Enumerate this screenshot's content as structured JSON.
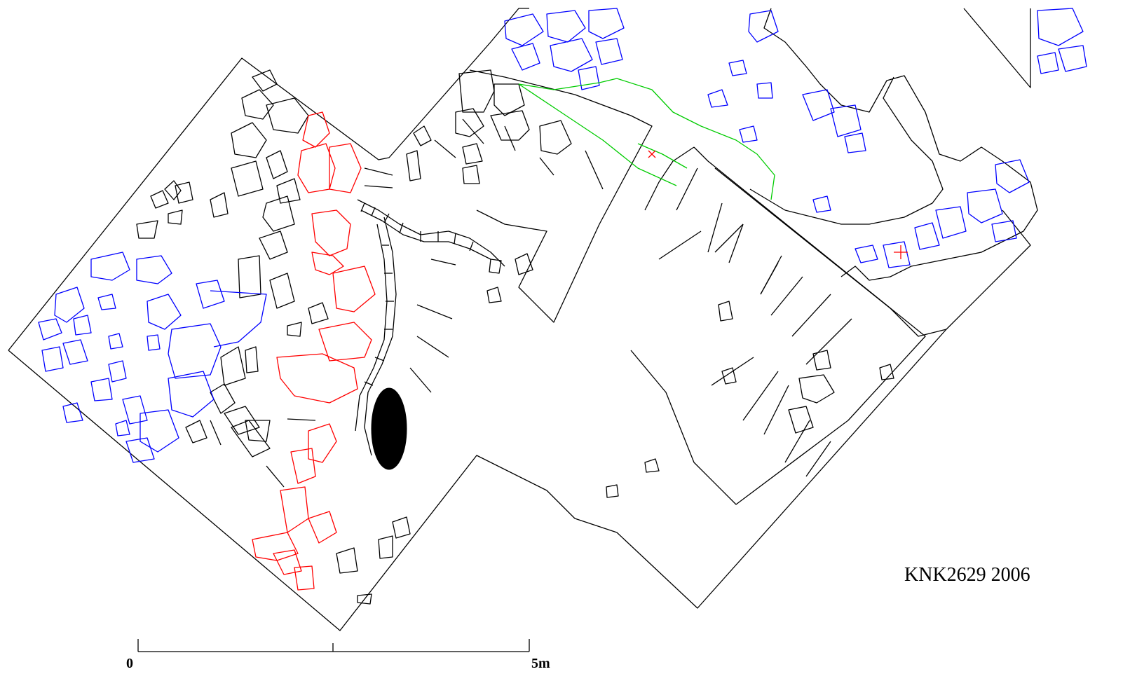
{
  "plan": {
    "site_label": "KNK2629 2006",
    "scale_bar": {
      "start_label": "0",
      "end_label": "5m"
    },
    "colors": {
      "outline": "#000000",
      "red_stones": "#ff0000",
      "blue_stones": "#0000ff",
      "green_feature": "#00cc00",
      "background": "#ffffff"
    }
  }
}
